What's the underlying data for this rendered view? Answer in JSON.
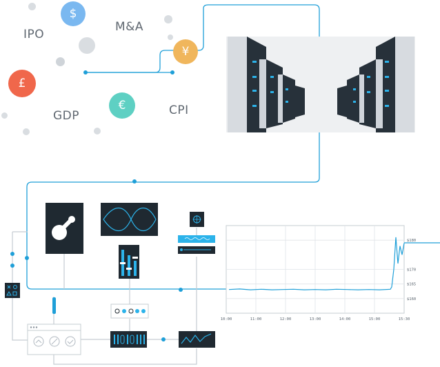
{
  "terms": {
    "ipo": "IPO",
    "ma": "M&A",
    "gdp": "GDP",
    "cpi": "CPI"
  },
  "coins": {
    "dollar": {
      "symbol": "$",
      "color": "#7ab8f0"
    },
    "yen": {
      "symbol": "¥",
      "color": "#f0b65c"
    },
    "pound": {
      "symbol": "£",
      "color": "#f0674b"
    },
    "euro": {
      "symbol": "€",
      "color": "#5ed0c3"
    }
  },
  "colors": {
    "line": "#1e9fd8",
    "panel": "#1f2931",
    "accent": "#2cb3ea"
  },
  "chart_data": {
    "type": "line",
    "categories": [
      "10:00",
      "11:00",
      "12:00",
      "13:00",
      "14:00",
      "15:00",
      "15:30"
    ],
    "y_labels": [
      "$180",
      "$170",
      "$165",
      "$160"
    ],
    "grid": true,
    "series": [
      {
        "values": [
          163.1,
          163.3,
          163.0,
          163.2,
          163.0,
          163.1,
          163.2,
          163.0,
          163.1,
          163.0,
          163.2,
          163.1,
          163.0,
          163.1,
          163.0,
          163.2,
          164.0,
          170.0,
          181.0,
          172.0,
          178.0,
          175.0,
          179.0
        ]
      }
    ]
  }
}
